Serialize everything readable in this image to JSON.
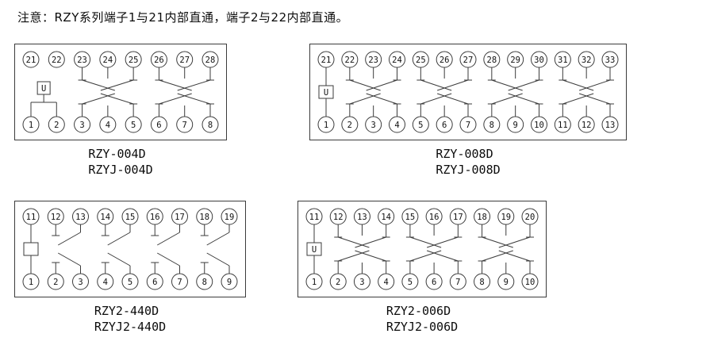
{
  "note": "注意：RZY系列端子1与21内部直通，端子2与22内部直通。",
  "diagrams": [
    {
      "labels": [
        "RZY-004D",
        "RZYJ-004D"
      ],
      "top_terminals": [
        "21",
        "22",
        "23",
        "24",
        "25",
        "26",
        "27",
        "28"
      ],
      "bottom_terminals": [
        "1",
        "2",
        "3",
        "4",
        "5",
        "6",
        "7",
        "8"
      ],
      "top_contacts": [
        [
          "23",
          "24",
          "25"
        ],
        [
          "26",
          "27",
          "28"
        ]
      ],
      "bottom_contacts": [
        [
          "3",
          "4",
          "5"
        ],
        [
          "6",
          "7",
          "8"
        ]
      ],
      "coil": {
        "label": "U",
        "style": "bridge",
        "terminals": [
          "1",
          "2"
        ]
      }
    },
    {
      "labels": [
        "RZY-008D",
        "RZYJ-008D"
      ],
      "top_terminals": [
        "21",
        "22",
        "23",
        "24",
        "25",
        "26",
        "27",
        "28",
        "29",
        "30",
        "31",
        "32",
        "33"
      ],
      "bottom_terminals": [
        "1",
        "2",
        "3",
        "4",
        "5",
        "6",
        "7",
        "8",
        "9",
        "10",
        "11",
        "12",
        "13"
      ],
      "top_contacts": [
        [
          "22",
          "23",
          "24"
        ],
        [
          "25",
          "26",
          "27"
        ],
        [
          "28",
          "29",
          "30"
        ],
        [
          "31",
          "32",
          "33"
        ]
      ],
      "bottom_contacts": [
        [
          "2",
          "3",
          "4"
        ],
        [
          "5",
          "6",
          "7"
        ],
        [
          "8",
          "9",
          "10"
        ],
        [
          "11",
          "12",
          "13"
        ]
      ],
      "coil": {
        "label": "U",
        "style": "inline",
        "terminals": [
          "21",
          "1"
        ]
      }
    },
    {
      "labels": [
        "RZY2-440D",
        "RZYJ2-440D"
      ],
      "top_terminals": [
        "11",
        "12",
        "13",
        "14",
        "15",
        "16",
        "17",
        "18",
        "19"
      ],
      "bottom_terminals": [
        "1",
        "2",
        "3",
        "4",
        "5",
        "6",
        "7",
        "8",
        "9"
      ],
      "top_contacts": [
        [
          "12",
          "13"
        ],
        [
          "14",
          "15"
        ],
        [
          "16",
          "17"
        ],
        [
          "18",
          "19"
        ]
      ],
      "bottom_contacts": [
        [
          "2",
          "3"
        ],
        [
          "4",
          "5"
        ],
        [
          "6",
          "7"
        ],
        [
          "8",
          "9"
        ]
      ],
      "coil": {
        "label": "",
        "style": "inline",
        "terminals": [
          "11",
          "1"
        ]
      }
    },
    {
      "labels": [
        "RZY2-006D",
        "RZYJ2-006D"
      ],
      "top_terminals": [
        "11",
        "12",
        "13",
        "14",
        "15",
        "16",
        "17",
        "18",
        "19",
        "20"
      ],
      "bottom_terminals": [
        "1",
        "2",
        "3",
        "4",
        "5",
        "6",
        "7",
        "8",
        "9",
        "10"
      ],
      "top_contacts": [
        [
          "12",
          "13",
          "14"
        ],
        [
          "15",
          "16",
          "17"
        ],
        [
          "18",
          "19",
          "20"
        ]
      ],
      "bottom_contacts": [
        [
          "2",
          "3",
          "4"
        ],
        [
          "5",
          "6",
          "7"
        ],
        [
          "8",
          "9",
          "10"
        ]
      ],
      "coil": {
        "label": "U",
        "style": "inline",
        "terminals": [
          "11",
          "1"
        ]
      }
    }
  ]
}
